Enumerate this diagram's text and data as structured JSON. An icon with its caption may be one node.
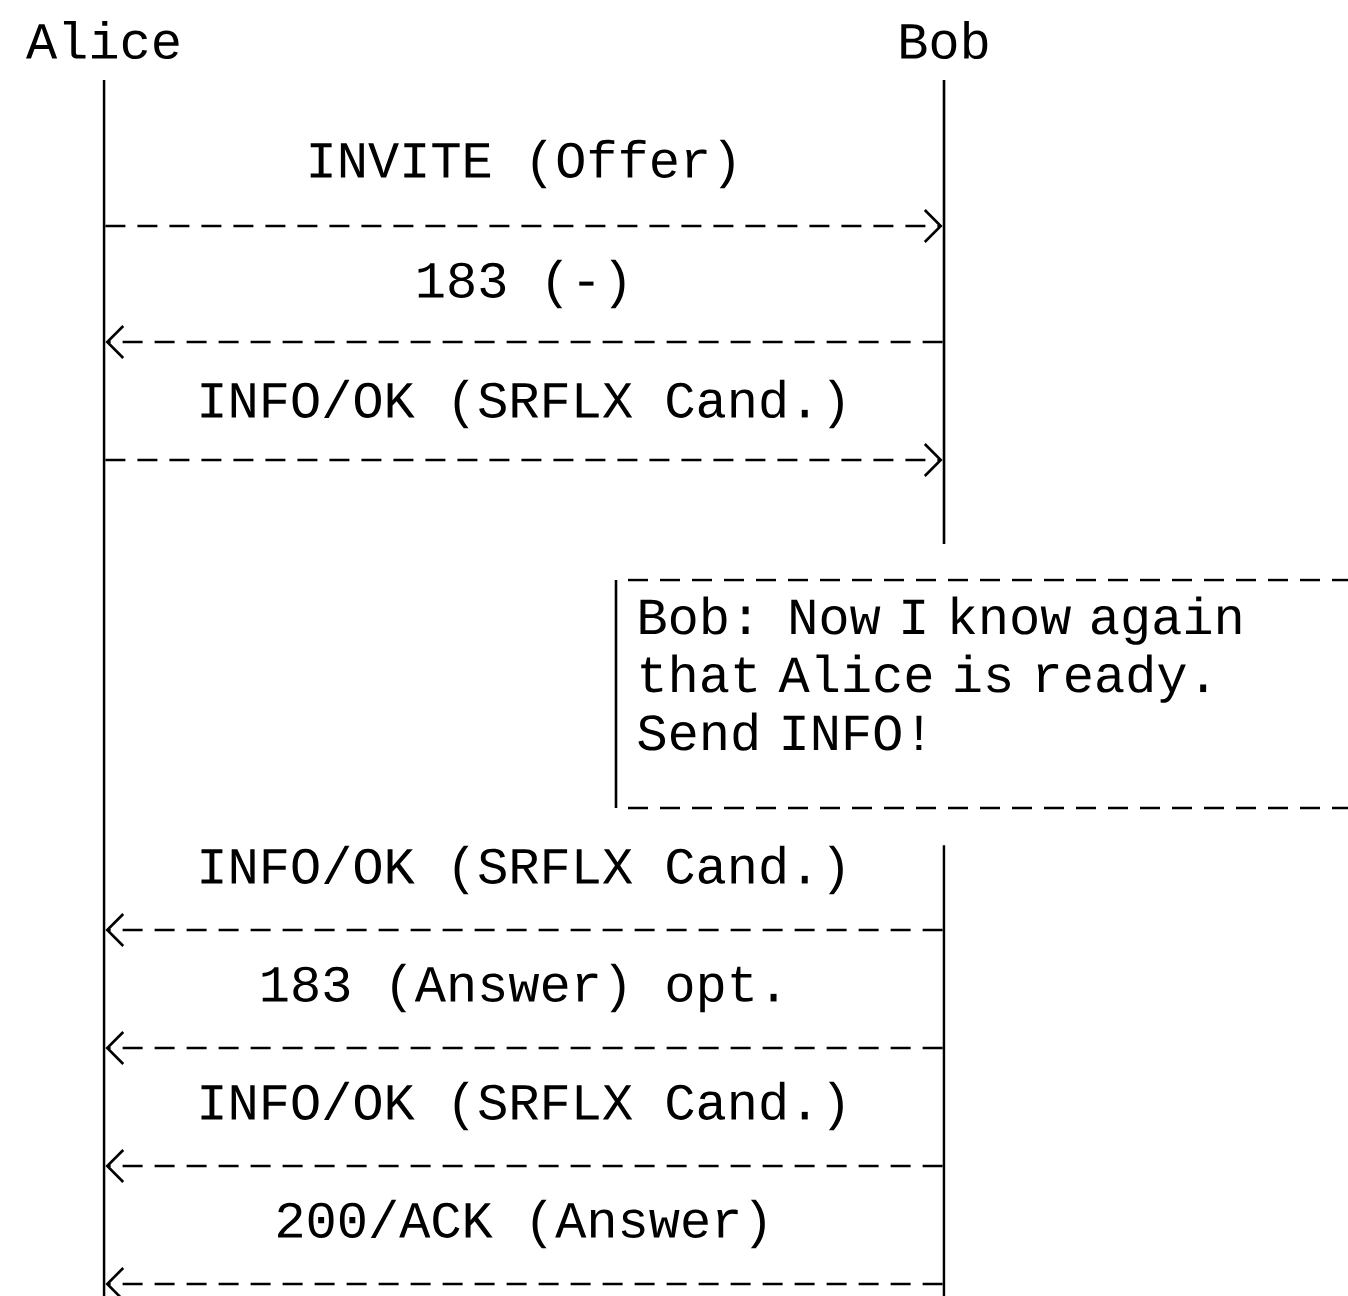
{
  "diagram": {
    "nodes": [
      {
        "text": [
          "Alice"
        ]
      },
      {
        "text": [
          "Bob"
        ]
      },
      {
        "text": [
          "Bob: Now I know again that Alice is ready. Send INFO!"
        ]
      },
      {
        "text": [],
        "shape": "bar"
      }
    ],
    "edges": [
      {
        "from": 0,
        "to": 1,
        "arrow": "to",
        "label": "INVITE (Offer)",
        "style": "dashed"
      },
      {
        "from": 1,
        "to": 0,
        "arrow": "to",
        "label": "183 (-)",
        "style": "dashed"
      },
      {
        "from": 0,
        "to": 1,
        "arrow": "to",
        "label": "INFO/OK (SRFLX Cand.)",
        "style": "dashed"
      },
      {
        "from": 3,
        "to": 0,
        "arrow": "to",
        "label": "INFO/OK (SRFLX Cand.)",
        "style": "dashed"
      },
      {
        "from": 3,
        "to": 0,
        "arrow": "to",
        "label": "183 (Answer) opt.",
        "style": "dashed"
      },
      {
        "from": 3,
        "to": 0,
        "arrow": "to",
        "label": "INFO/OK (SRFLX Cand.)",
        "style": "dashed"
      },
      {
        "from": 3,
        "to": 0,
        "arrow": "to",
        "label": "200/ACK (Answer)",
        "style": "dashed"
      }
    ]
  }
}
